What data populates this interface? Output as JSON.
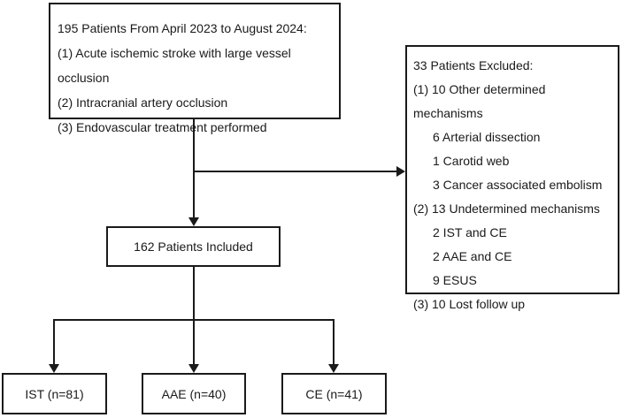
{
  "figure": {
    "background_color": "#ffffff",
    "line_color": "#1a1a1a",
    "enrollment_box": {
      "line1": "195 Patients From April 2023 to August 2024:",
      "line2": "(1) Acute ischemic stroke with large vessel occlusion",
      "line3": "(2) Intracranial artery occlusion",
      "line4": "(3) Endovascular treatment performed"
    },
    "excluded_box": {
      "lines": [
        {
          "text": "33 Patients Excluded:",
          "indent": 0
        },
        {
          "text": "(1) 10 Other determined mechanisms",
          "indent": 0
        },
        {
          "text": "6 Arterial dissection",
          "indent": 1
        },
        {
          "text": "1 Carotid web",
          "indent": 1
        },
        {
          "text": "3 Cancer associated embolism",
          "indent": 1
        },
        {
          "text": "(2) 13 Undetermined mechanisms",
          "indent": 0
        },
        {
          "text": "2 IST and CE",
          "indent": 1
        },
        {
          "text": "2 AAE and CE",
          "indent": 1
        },
        {
          "text": "9 ESUS",
          "indent": 1
        },
        {
          "text": "(3) 10 Lost follow up",
          "indent": 0
        }
      ]
    },
    "included_box": {
      "label": "162 Patients Included"
    },
    "group_boxes": [
      {
        "label": "IST (n=81)"
      },
      {
        "label": "AAE (n=40)"
      },
      {
        "label": "CE (n=41)"
      }
    ]
  }
}
